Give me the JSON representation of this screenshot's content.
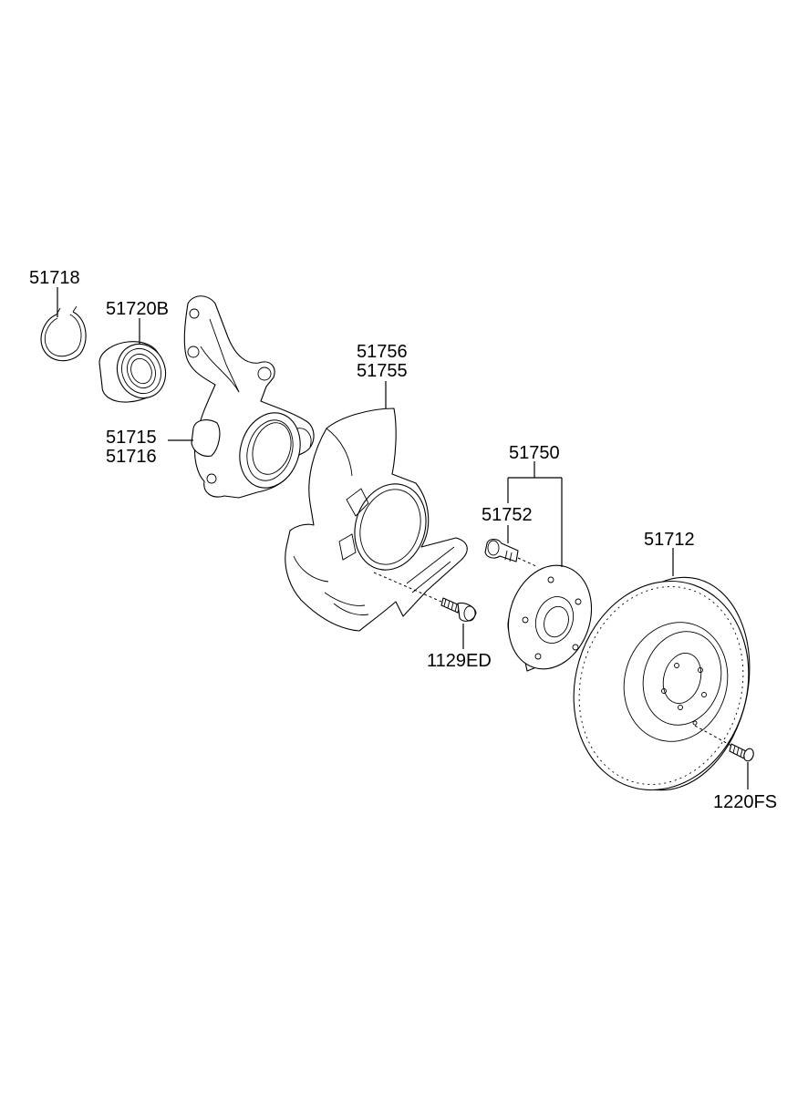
{
  "labels": {
    "snap_ring": "51718",
    "bearing": "51720B",
    "knuckle_lh": "51715",
    "knuckle_rh": "51716",
    "dust_cover_a": "51756",
    "dust_cover_b": "51755",
    "hub_assy": "51750",
    "hub_bolt": "51752",
    "cover_bolt": "1129ED",
    "disc": "51712",
    "disc_screw": "1220FS"
  }
}
